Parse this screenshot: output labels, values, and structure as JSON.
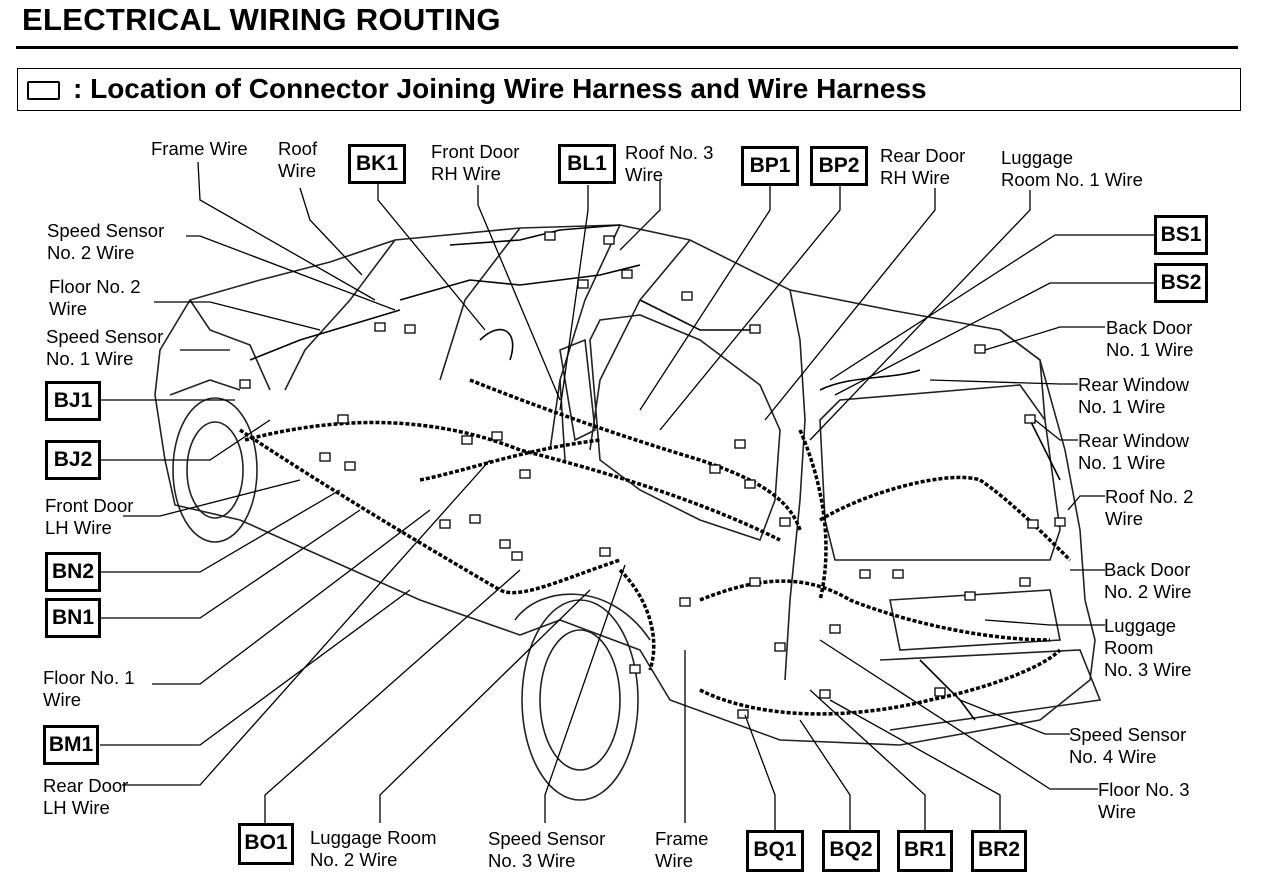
{
  "title": "ELECTRICAL WIRING ROUTING",
  "subtitle": ": Location of Connector Joining Wire Harness and Wire Harness",
  "wire_labels": {
    "frame_wire_top": [
      "Frame Wire"
    ],
    "roof_wire": [
      "Roof",
      "Wire"
    ],
    "front_door_rh": [
      "Front Door",
      "RH Wire"
    ],
    "roof_no3": [
      "Roof No. 3",
      "Wire"
    ],
    "rear_door_rh": [
      "Rear Door",
      "RH Wire"
    ],
    "luggage_room_no1": [
      "Luggage",
      "Room No. 1 Wire"
    ],
    "speed_sensor_no2": [
      "Speed Sensor",
      "No. 2 Wire"
    ],
    "floor_no2": [
      "Floor No. 2",
      "Wire"
    ],
    "speed_sensor_no1": [
      "Speed Sensor",
      "No. 1 Wire"
    ],
    "front_door_lh": [
      "Front Door",
      "LH Wire"
    ],
    "floor_no1": [
      "Floor No. 1",
      "Wire"
    ],
    "rear_door_lh": [
      "Rear Door",
      "LH Wire"
    ],
    "luggage_room_no2": [
      "Luggage Room",
      "No. 2 Wire"
    ],
    "speed_sensor_no3": [
      "Speed Sensor",
      "No. 3 Wire"
    ],
    "frame_wire_bottom": [
      "Frame",
      "Wire"
    ],
    "back_door_no1": [
      "Back Door",
      "No. 1 Wire"
    ],
    "rear_window_no1_a": [
      "Rear Window",
      "No. 1 Wire"
    ],
    "rear_window_no1_b": [
      "Rear Window",
      "No. 1 Wire"
    ],
    "roof_no2": [
      "Roof No. 2",
      "Wire"
    ],
    "back_door_no2": [
      "Back Door",
      "No. 2 Wire"
    ],
    "luggage_room_no3": [
      "Luggage",
      "Room",
      "No. 3 Wire"
    ],
    "speed_sensor_no4": [
      "Speed Sensor",
      "No. 4 Wire"
    ],
    "floor_no3": [
      "Floor No. 3",
      "Wire"
    ]
  },
  "connectors": {
    "BK1": "BK1",
    "BL1": "BL1",
    "BP1": "BP1",
    "BP2": "BP2",
    "BS1": "BS1",
    "BS2": "BS2",
    "BJ1": "BJ1",
    "BJ2": "BJ2",
    "BN2": "BN2",
    "BN1": "BN1",
    "BM1": "BM1",
    "BO1": "BO1",
    "BQ1": "BQ1",
    "BQ2": "BQ2",
    "BR1": "BR1",
    "BR2": "BR2"
  }
}
